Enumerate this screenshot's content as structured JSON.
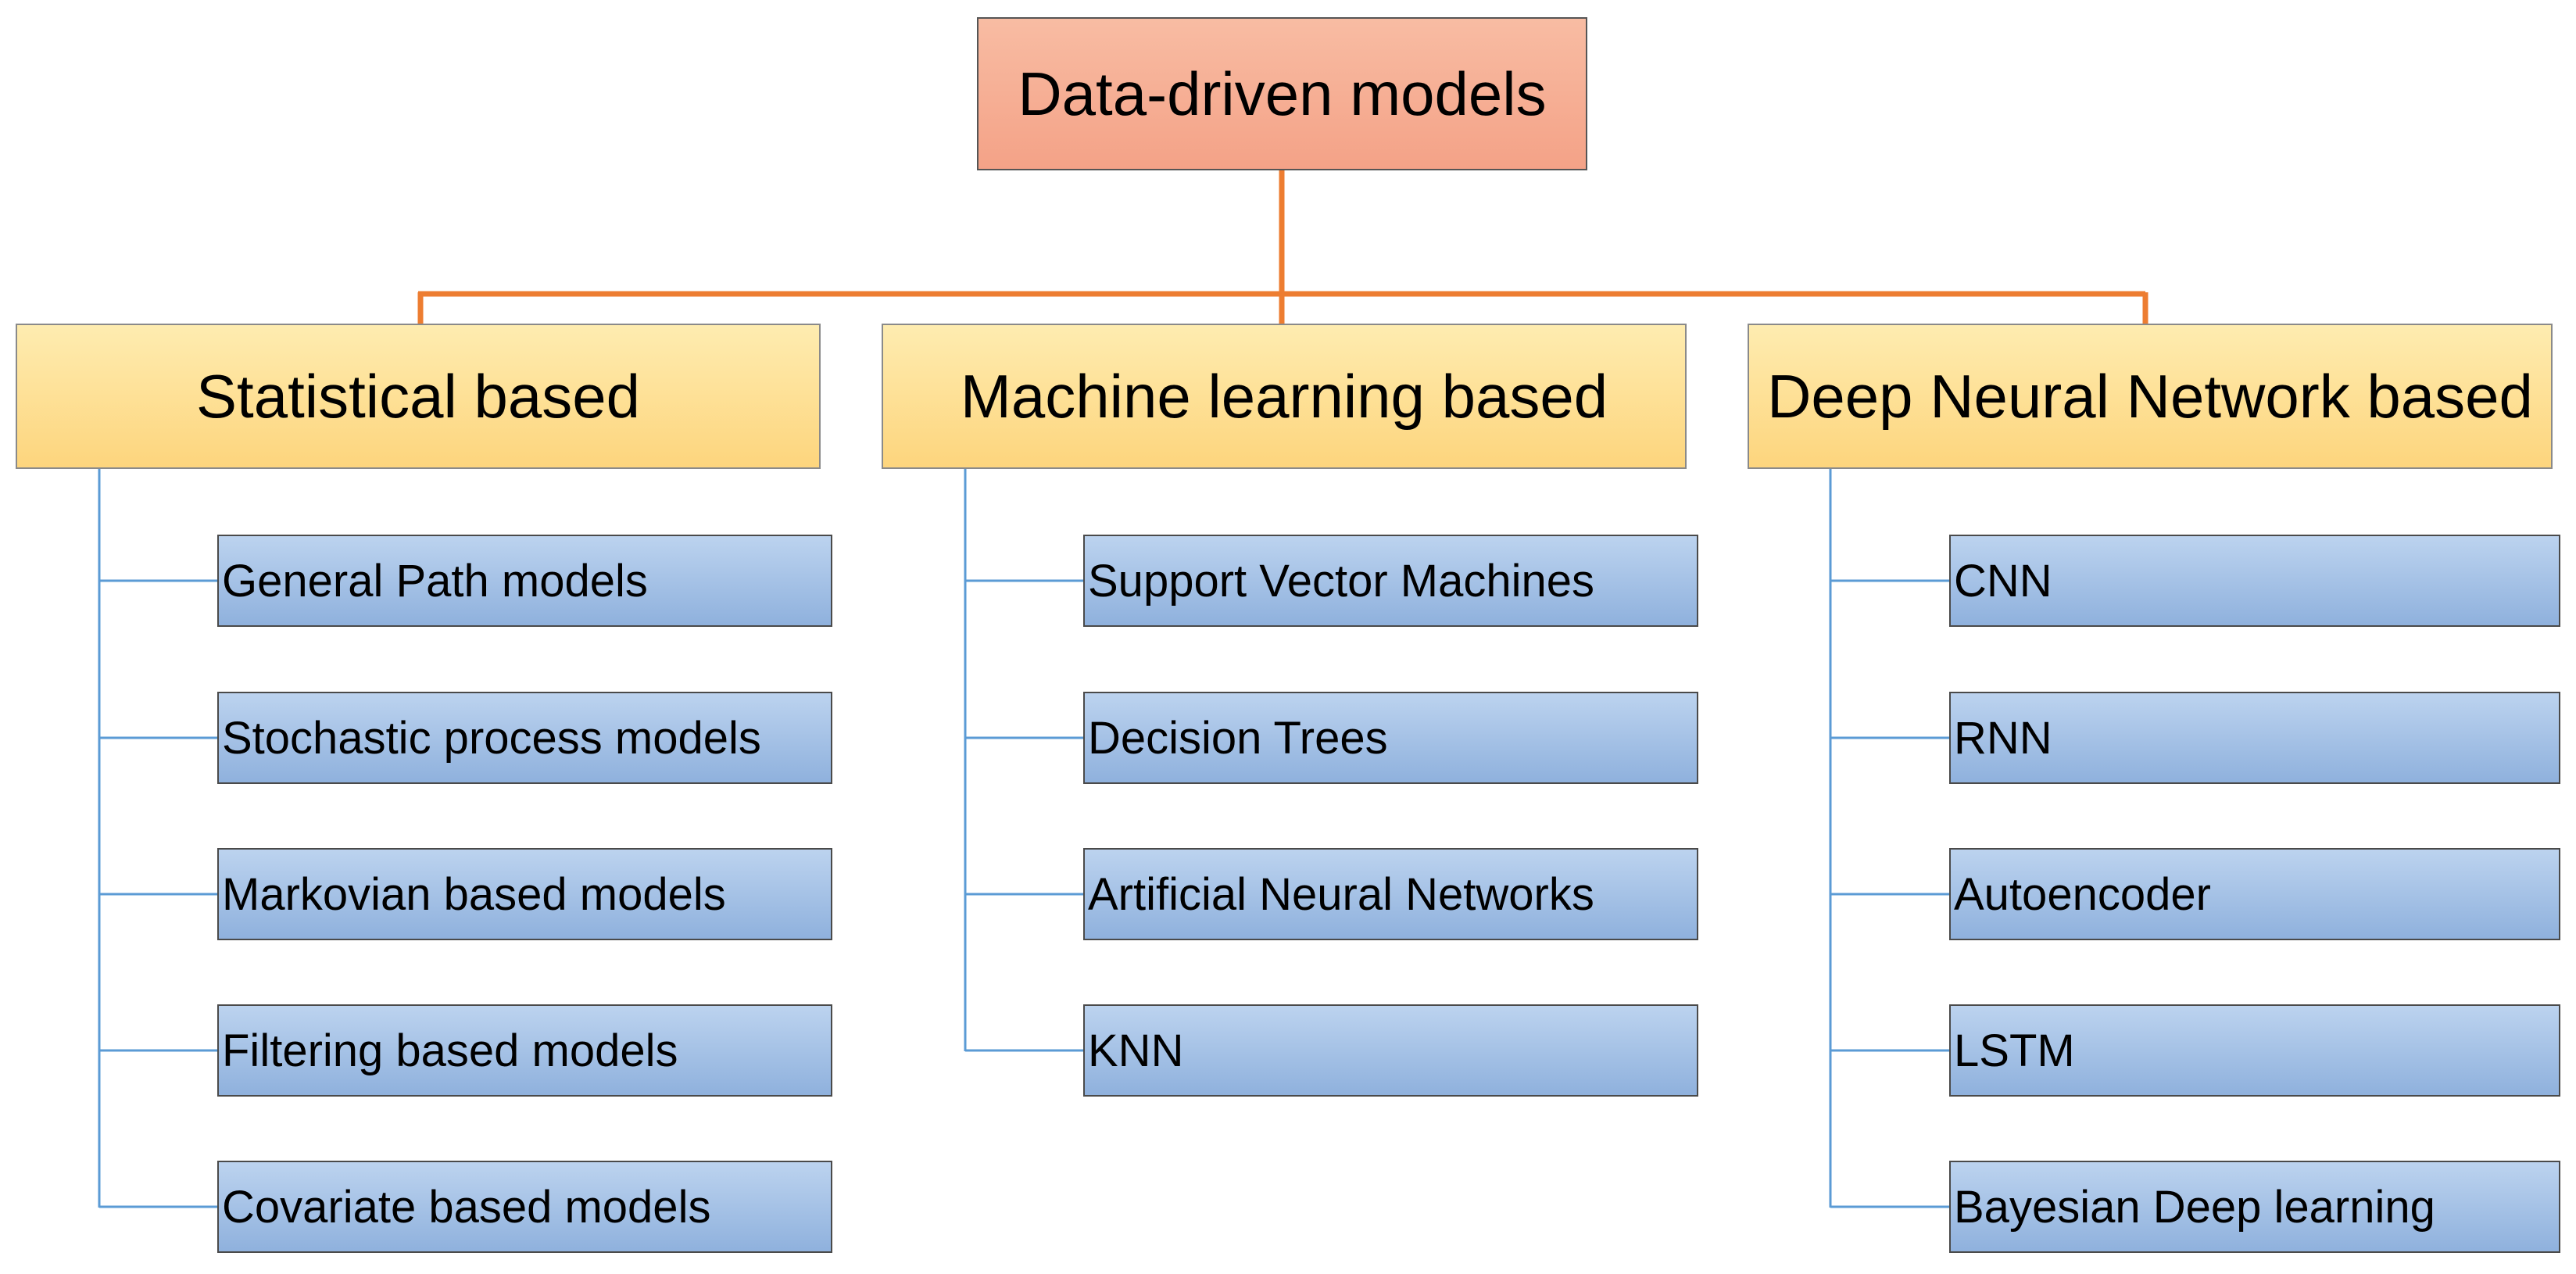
{
  "root": {
    "label": "Data-driven models"
  },
  "colors": {
    "root_fill": "#f4a287",
    "category_fill": "#fdd57d",
    "leaf_fill": "#8fb1dd",
    "root_connector": "#ed7d31",
    "leaf_connector": "#5b9bd5"
  },
  "categories": [
    {
      "label": "Statistical based",
      "items": [
        "General  Path models",
        "Stochastic process models",
        "Markovian based models",
        "Filtering based models",
        "Covariate based models"
      ]
    },
    {
      "label": "Machine learning based",
      "items": [
        "Support Vector Machines",
        "Decision Trees",
        "Artificial Neural Networks",
        "KNN"
      ]
    },
    {
      "label": "Deep Neural Network based",
      "items": [
        "CNN",
        "RNN",
        "Autoencoder",
        "LSTM",
        "Bayesian Deep learning"
      ]
    }
  ]
}
